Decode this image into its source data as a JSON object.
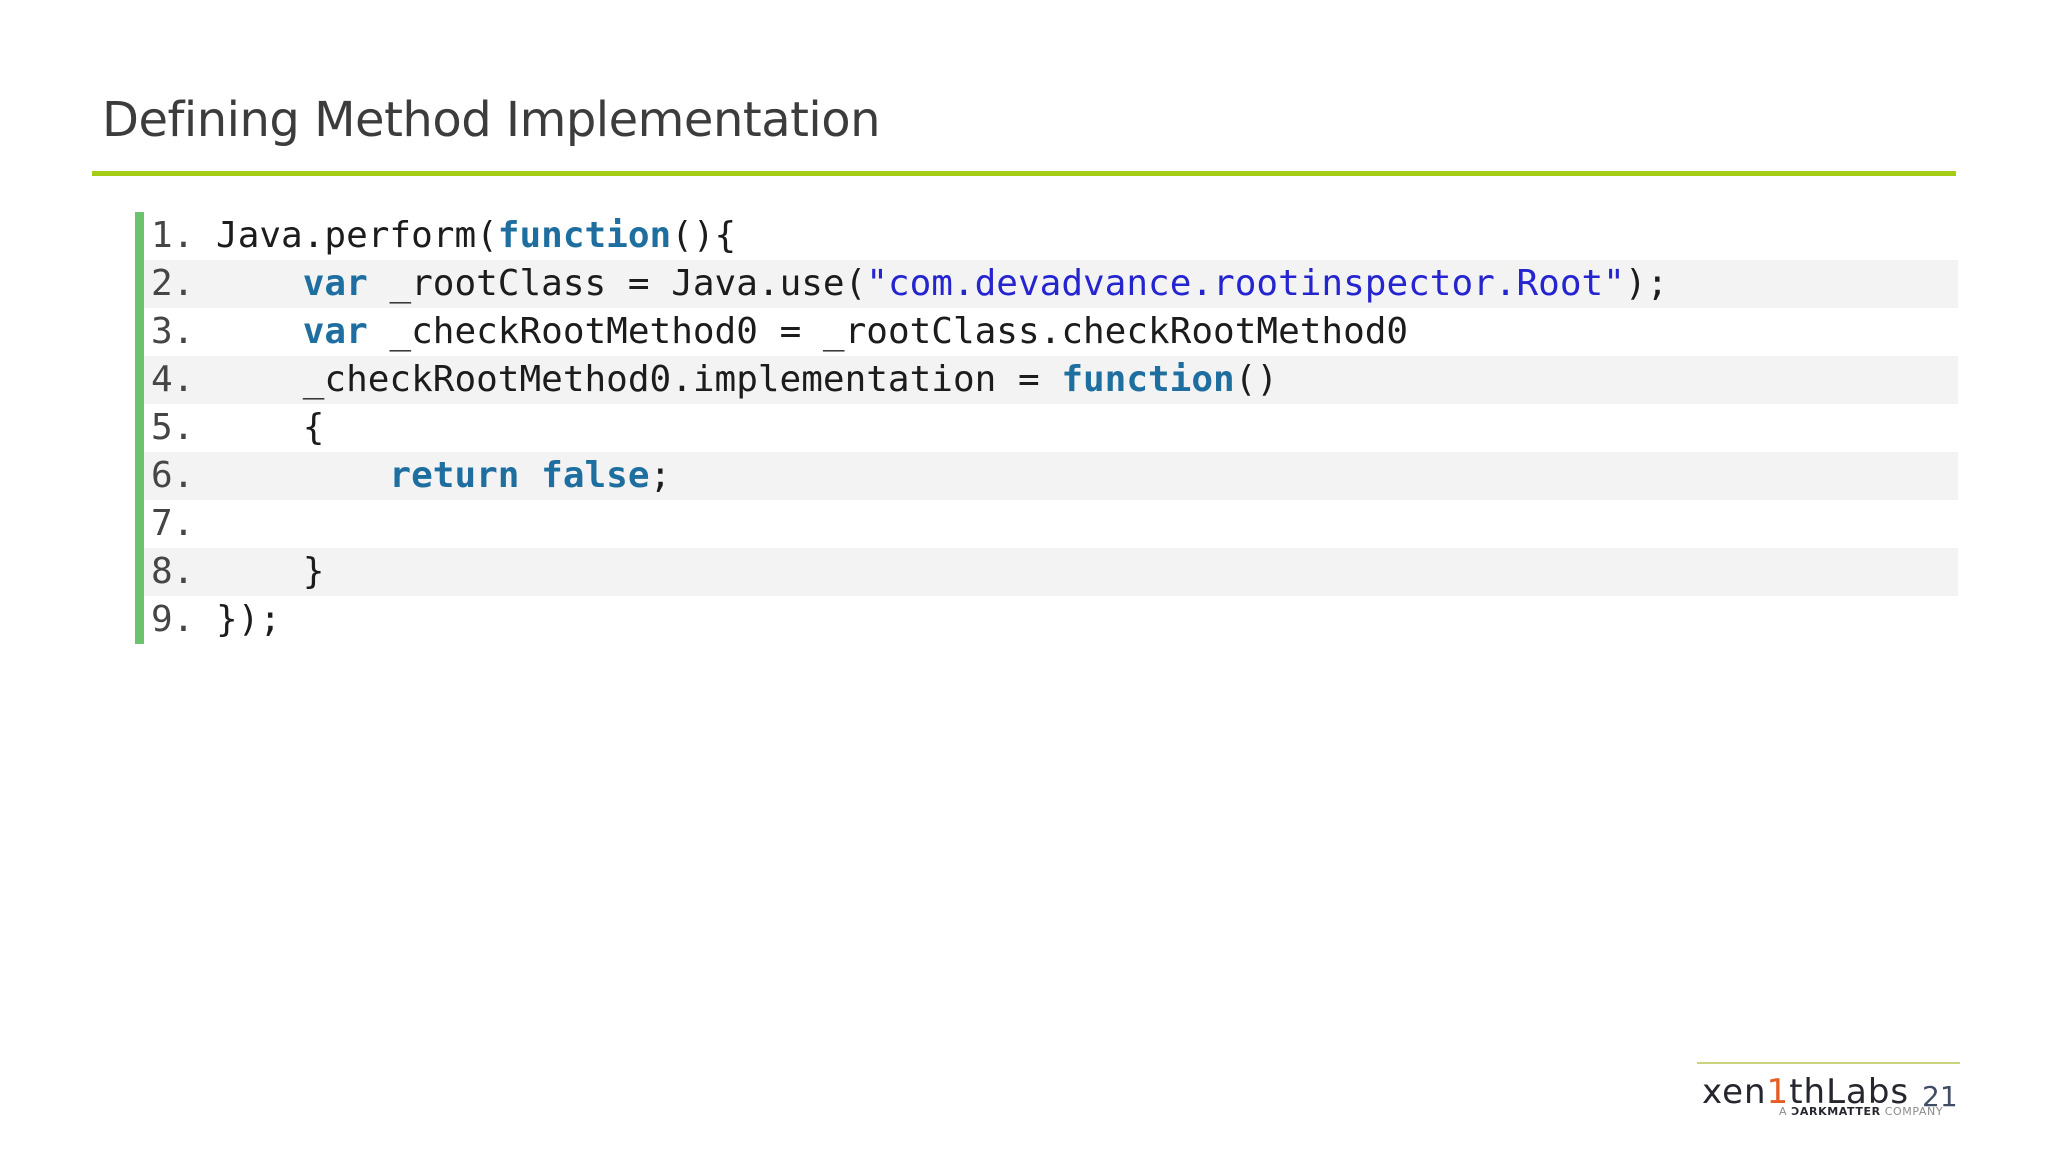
{
  "slide": {
    "title": "Defining Method Implementation",
    "page_number": "21"
  },
  "code": {
    "language": "javascript-frida",
    "lines": [
      {
        "number": "1.",
        "segments": [
          {
            "t": "Java.perform(",
            "c": "plain"
          },
          {
            "t": "function",
            "c": "keyword"
          },
          {
            "t": "(){",
            "c": "plain"
          }
        ]
      },
      {
        "number": "2.",
        "segments": [
          {
            "t": "    ",
            "c": "plain"
          },
          {
            "t": "var",
            "c": "keyword"
          },
          {
            "t": " _rootClass = Java.use(",
            "c": "plain"
          },
          {
            "t": "\"com.devadvance.rootinspector.Root\"",
            "c": "string"
          },
          {
            "t": ");",
            "c": "plain"
          }
        ]
      },
      {
        "number": "3.",
        "segments": [
          {
            "t": "    ",
            "c": "plain"
          },
          {
            "t": "var",
            "c": "keyword"
          },
          {
            "t": " _checkRootMethod0 = _rootClass.checkRootMethod0",
            "c": "plain"
          }
        ]
      },
      {
        "number": "4.",
        "segments": [
          {
            "t": "    _checkRootMethod0.implementation = ",
            "c": "plain"
          },
          {
            "t": "function",
            "c": "keyword"
          },
          {
            "t": "()",
            "c": "plain"
          }
        ]
      },
      {
        "number": "5.",
        "segments": [
          {
            "t": "    {",
            "c": "plain"
          }
        ]
      },
      {
        "number": "6.",
        "segments": [
          {
            "t": "        ",
            "c": "plain"
          },
          {
            "t": "return",
            "c": "keyword"
          },
          {
            "t": " ",
            "c": "plain"
          },
          {
            "t": "false",
            "c": "keyword"
          },
          {
            "t": ";",
            "c": "plain"
          }
        ]
      },
      {
        "number": "7.",
        "segments": []
      },
      {
        "number": "8.",
        "segments": [
          {
            "t": "    }",
            "c": "plain"
          }
        ]
      },
      {
        "number": "9.",
        "segments": [
          {
            "t": "});",
            "c": "plain"
          }
        ]
      }
    ]
  },
  "branding": {
    "logo_prefix": "xen",
    "logo_accent": "1",
    "logo_suffix": "thLabs",
    "tagline_prefix": "A ",
    "tagline_brand": "ƆARKMATTER",
    "tagline_suffix": " COMPANY"
  },
  "colors": {
    "title_rule_green": "#a5cd15",
    "code_bar_green": "#6bc46d",
    "keyword_blue": "#1e6f9f",
    "string_blue": "#2525d0",
    "stripe_gray": "#f3f3f4",
    "footer_rule": "#ccd37e",
    "logo_accent_orange": "#e55c25",
    "page_number_slate": "#414d66",
    "title_gray": "#3c3c3c"
  }
}
